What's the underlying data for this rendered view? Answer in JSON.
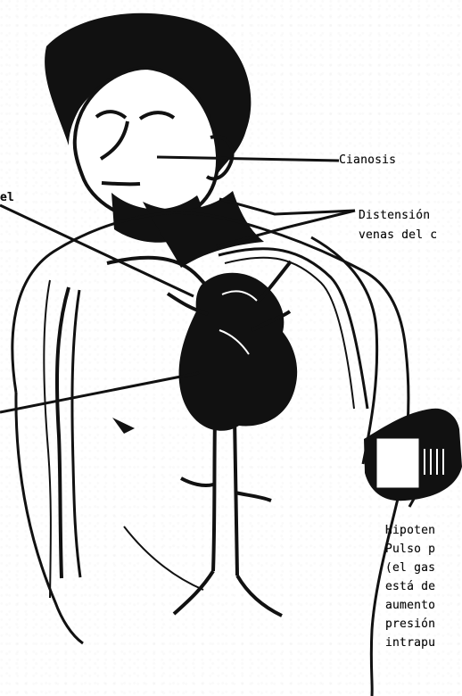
{
  "labels": {
    "left_top": "el",
    "cianosis": "Cianosis",
    "distension_line1": "Distensión",
    "distension_line2": "venas del c",
    "bottom_right": [
      "Hipoten",
      "Pulso p",
      "(el gas",
      "está de",
      "aumento",
      "presión",
      "intrapu"
    ]
  }
}
